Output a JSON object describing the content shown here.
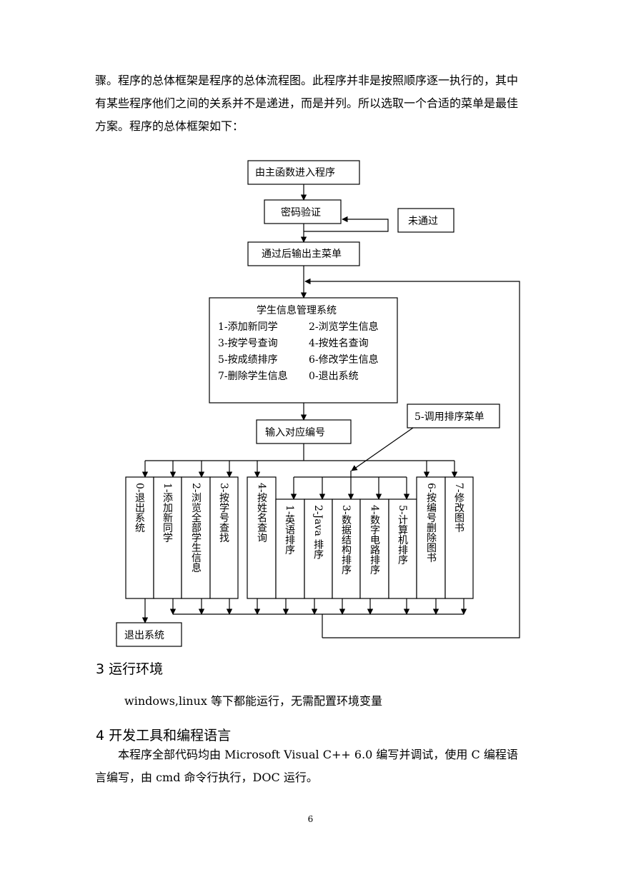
{
  "body": {
    "para1": "骤。程序的总体框架是程序的总体流程图。此程序并非是按照顺序逐一执行的，其中有某些程序他们之间的关系并不是递进，而是并列。所以选取一个合适的菜单是最佳方案。程序的总体框架如下：",
    "heading3": "3  运行环境",
    "para3": "windows,linux 等下都能运行，无需配置环境变量",
    "heading4": "4  开发工具和编程语言",
    "para4": "本程序全部代码均由 Microsoft Visual C++ 6.0 编写并调试，使用 C 编程语言编写，由 cmd 命令行执行，DOC 运行。",
    "page_number": "6"
  },
  "flow": {
    "start": "由主函数进入程序",
    "password": "密码验证",
    "fail": "未通过",
    "main_menu": "通过后输出主菜单",
    "menu_title": "学生信息管理系统",
    "menu_items": [
      "1-添加新同学",
      "2-浏览学生信息",
      "3-按学号查询",
      "4-按姓名查询",
      "5-按成绩排序",
      "6-修改学生信息",
      "7-删除学生信息",
      "0-退出系统"
    ],
    "input": "输入对应编号",
    "sort_menu": "5-调用排序菜单",
    "branches": [
      "0-退出系统",
      "1-添加新同学",
      "2-浏览全部学生信息",
      "3-按学号查找",
      "4-按姓名查询",
      "1-英语排序",
      "2-Java 排序",
      "3-数据结构排序",
      "4-数字电路排序",
      "5-计算机排序",
      "6-按编号删除图书",
      "7-修改图书"
    ],
    "exit": "退出系统"
  }
}
